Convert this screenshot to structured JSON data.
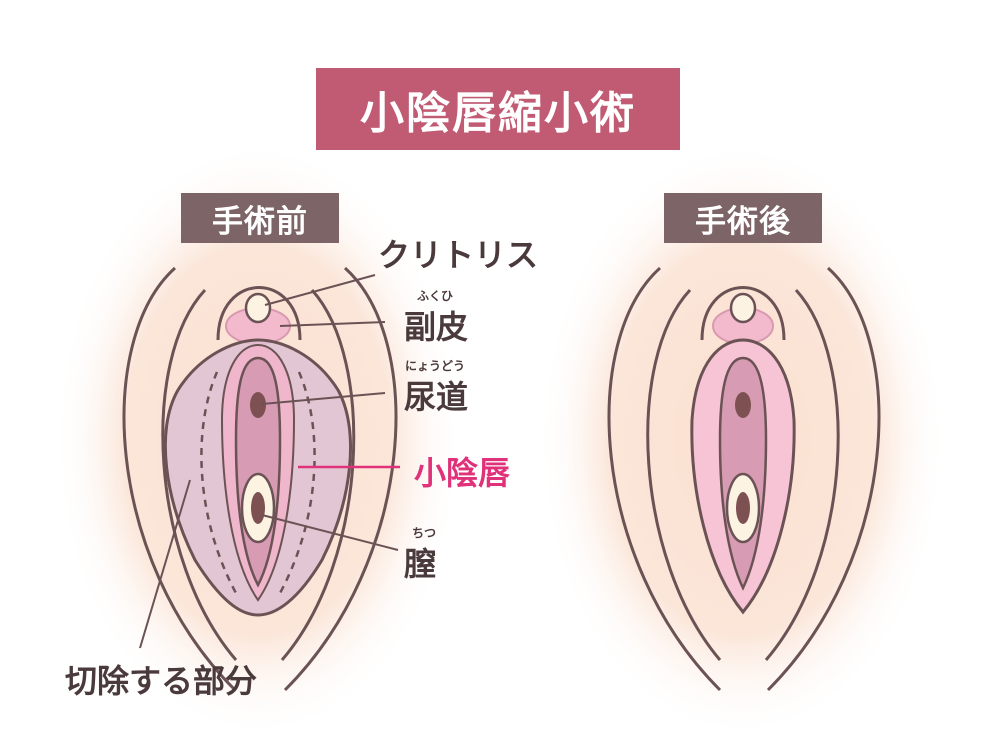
{
  "title": "小陰唇縮小術",
  "before_tag": "手術前",
  "after_tag": "手術後",
  "labels": {
    "clitoris": "クリトリス",
    "prepuce": "副皮",
    "prepuce_ruby": "ふくひ",
    "urethra": "尿道",
    "urethra_ruby": "にょうどう",
    "labia_minora": "小陰唇",
    "vagina": "膣",
    "vagina_ruby": "ちつ",
    "removal": "切除する部分"
  },
  "colors": {
    "title_bg": "#c05b73",
    "tag_bg": "#7d6466",
    "highlight_label": "#e0327a",
    "outline": "#6b5355"
  }
}
